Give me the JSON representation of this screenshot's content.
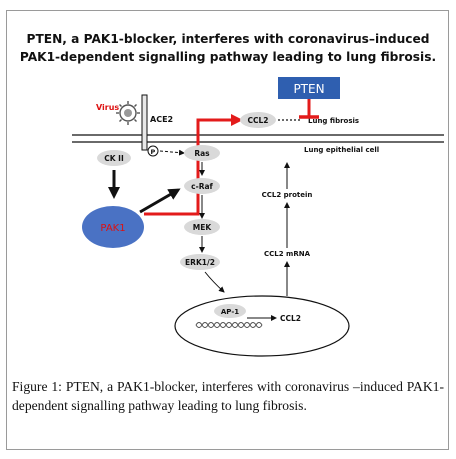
{
  "title": "PTEN, a PAK1-blocker, interferes with coronavirus–induced\nPAK1-dependent signalling pathway leading to lung fibrosis.",
  "nodes": {
    "virus": "Virus",
    "ace2": "ACE2",
    "pten": "PTEN",
    "ccl2_top": "CCL2",
    "lung_fibrosis": "Lung fibrosis",
    "lung_epithelial_cell": "Lung epithelial cell",
    "ck2": "CK II",
    "p": "P",
    "ras": "Ras",
    "raf": "c-Raf",
    "mek": "MEK",
    "erk": "ERK1/2",
    "pak1": "PAK1",
    "ccl2_protein": "CCL2 protein",
    "ccl2_mrna": "CCL2 mRNA",
    "ap1": "AP-1",
    "ccl2_gene": "CCL2"
  },
  "caption": {
    "label": "Figure 1:",
    "text": " PTEN, a PAK1-blocker, interferes with coronavirus –induced PAK1-dependent signalling pathway leading to lung fibrosis."
  },
  "colors": {
    "red_arrow": "#e31b1b",
    "pak1_fill": "#4a72c4",
    "pten_fill": "#2f5fb0",
    "node_fill": "#d9d9d9"
  }
}
